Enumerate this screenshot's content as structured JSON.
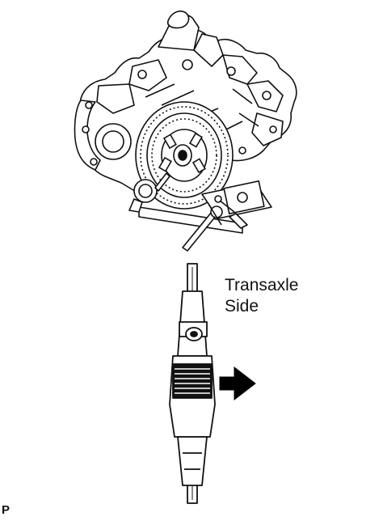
{
  "labels": {
    "side_line1": "Transaxle",
    "side_line2": "Side",
    "corner_code": "P"
  },
  "colors": {
    "line": "#111111",
    "background": "#ffffff",
    "arrow": "#000000"
  },
  "icons": {
    "direction": "right-arrow-icon"
  }
}
